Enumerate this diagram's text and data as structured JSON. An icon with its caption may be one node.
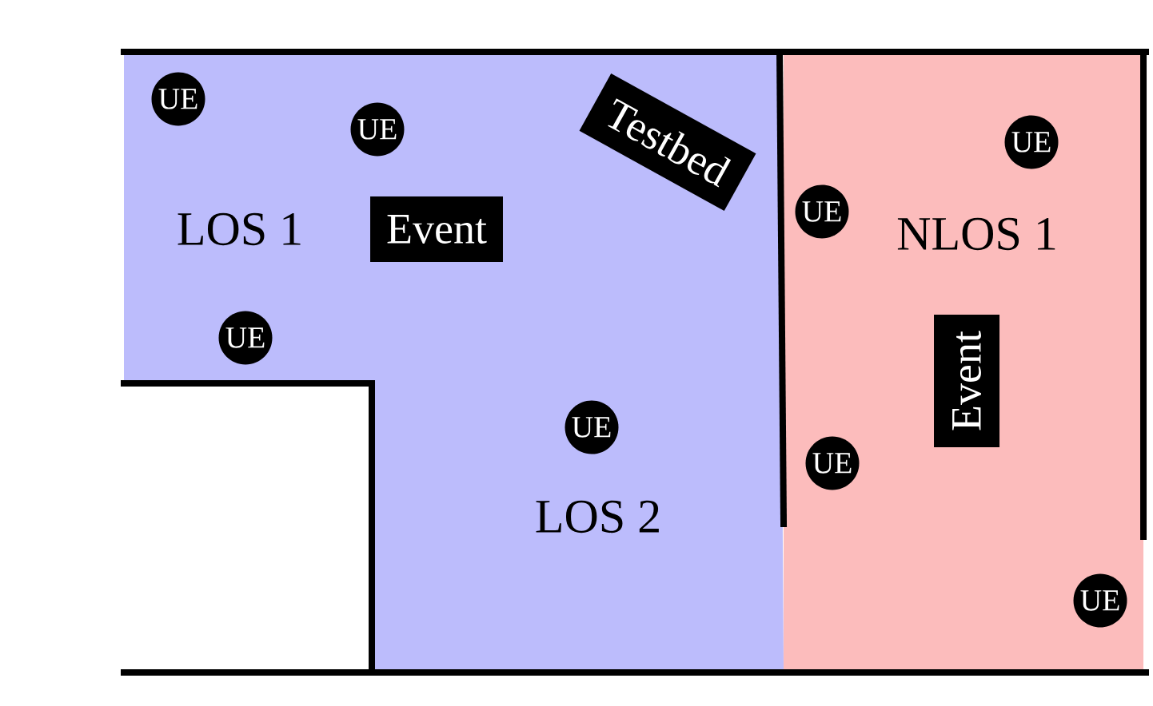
{
  "diagram": {
    "nodes": [
      {
        "text": [
          "LOS 1",
          "LOS 2"
        ]
      },
      {
        "text": [
          "NLOS 1"
        ]
      },
      {
        "text": [
          "UE"
        ],
        "in": 0
      },
      {
        "text": [
          "UE"
        ],
        "in": 0
      },
      {
        "text": [
          "Testbed"
        ],
        "in": 0
      },
      {
        "text": [
          "Event"
        ],
        "in": 0
      },
      {
        "text": [
          "UE"
        ],
        "in": 0
      },
      {
        "text": [
          "UE"
        ],
        "in": 0
      },
      {
        "text": [
          "UE"
        ],
        "in": 1
      },
      {
        "text": [
          "UE"
        ],
        "in": 1
      },
      {
        "text": [
          "Event"
        ],
        "in": 1
      },
      {
        "text": [
          "UE"
        ],
        "in": 1
      },
      {
        "text": [
          "UE"
        ],
        "in": 1
      }
    ]
  }
}
